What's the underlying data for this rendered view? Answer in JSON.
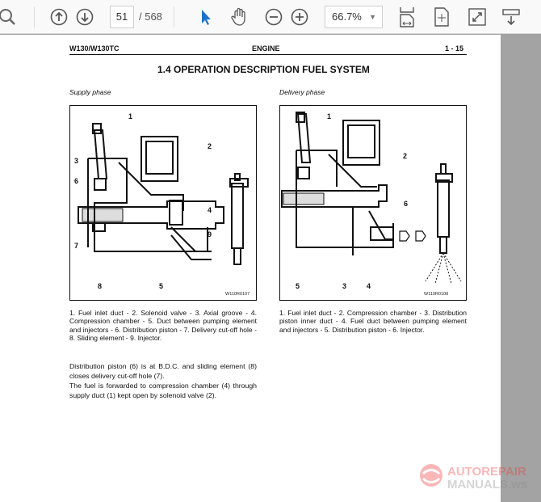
{
  "toolbar": {
    "page_current": "51",
    "page_total": "/ 568",
    "zoom": "66.7%",
    "icons": [
      "search-icon",
      "arrow-up-circle-icon",
      "arrow-down-circle-icon",
      "select-arrow-icon",
      "hand-icon",
      "zoom-out-icon",
      "zoom-in-icon",
      "fit-width-icon",
      "fit-page-icon",
      "fullscreen-icon",
      "scroll-mode-icon"
    ],
    "accent": "#1e73c8"
  },
  "document": {
    "header_left": "W130/W130TC",
    "header_center": "ENGINE",
    "header_right": "1 - 15",
    "title": "1.4  OPERATION DESCRIPTION FUEL SYSTEM",
    "figures": [
      {
        "caption": "Supply phase",
        "code": "W110R0107",
        "labels": [
          "1",
          "2",
          "3",
          "6",
          "4",
          "7",
          "9",
          "8",
          "5"
        ],
        "legend": "1. Fuel inlet duct - 2. Solenoid valve - 3. Axial groove - 4. Compression chamber - 5. Duct between pumping element and injectors - 6. Distribution piston - 7. Delivery cut-off hole - 8. Sliding element - 9. Injector."
      },
      {
        "caption": "Delivery phase",
        "code": "W110R0108",
        "labels": [
          "1",
          "2",
          "6",
          "5",
          "3",
          "4"
        ],
        "legend": "1. Fuel inlet duct - 2. Compression chamber - 3. Distribution piston inner duct - 4. Fuel duct between pumping element and injectors - 5. Distribution piston - 6. Injector."
      }
    ],
    "body": [
      "Distribution piston (6) is at B.D.C. and sliding element (8) closes delivery cut-off hole (7).",
      "The fuel is forwarded to compression chamber (4) through supply duct (1) kept open by solenoid valve (2)."
    ]
  },
  "watermark": {
    "line1": "AUTOREPAIR",
    "line2": "MANUALS.ws"
  }
}
